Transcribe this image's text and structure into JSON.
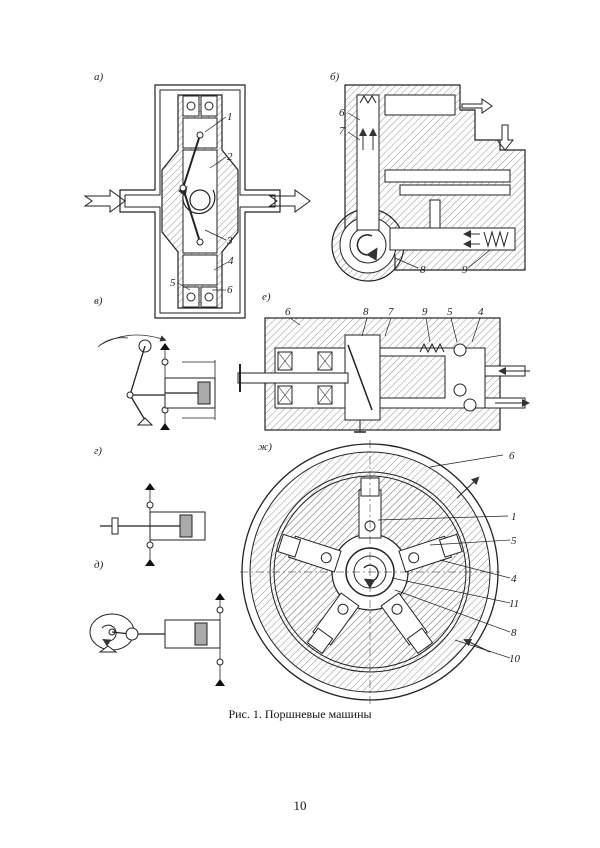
{
  "figure": {
    "panels": [
      "а)",
      "б)",
      "в)",
      "е)",
      "г)",
      "ж)",
      "д)"
    ],
    "callouts_a": [
      "1",
      "2",
      "3",
      "4",
      "5",
      "6"
    ],
    "callouts_b": [
      "6",
      "7",
      "8",
      "9"
    ],
    "callouts_e": [
      "6",
      "8",
      "7",
      "9",
      "5",
      "4"
    ],
    "callouts_zh": [
      "6",
      "1",
      "5",
      "4",
      "11",
      "8",
      "10"
    ],
    "caption": "Рис. 1. Поршневые машины"
  },
  "page_number": "10"
}
